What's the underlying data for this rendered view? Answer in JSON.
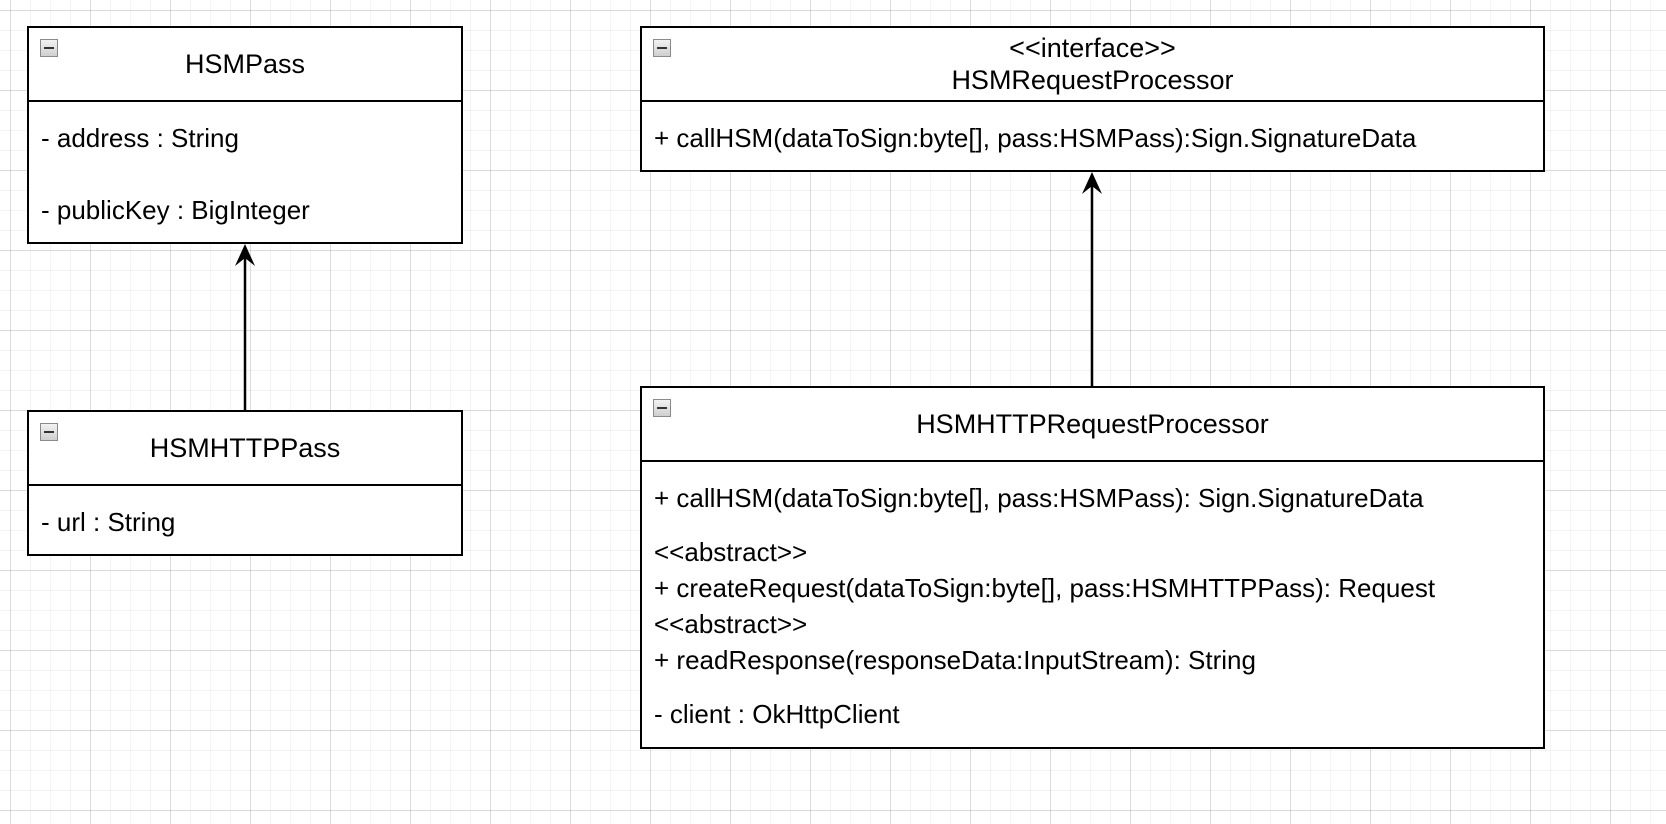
{
  "diagram": {
    "classes": {
      "hsm_pass": {
        "name": "HSMPass",
        "attributes": [
          "- address : String",
          "- publicKey : BigInteger"
        ]
      },
      "hsm_http_pass": {
        "name": "HSMHTTPPass",
        "attributes": [
          "- url : String"
        ]
      },
      "hsm_request_processor": {
        "stereotype": "<<interface>>",
        "name": "HSMRequestProcessor",
        "methods": [
          "+ callHSM(dataToSign:byte[], pass:HSMPass):Sign.SignatureData"
        ]
      },
      "hsm_http_request_processor": {
        "name": "HSMHTTPRequestProcessor",
        "members": [
          {
            "text": "+ callHSM(dataToSign:byte[], pass:HSMPass): Sign.SignatureData"
          },
          {
            "stereotype": "<<abstract>>",
            "text": "+ createRequest(dataToSign:byte[], pass:HSMHTTPPass): Request"
          },
          {
            "stereotype": "<<abstract>>",
            "text": "+ readResponse(responseData:InputStream): String"
          },
          {
            "text": "- client : OkHttpClient"
          }
        ]
      }
    },
    "relations": [
      {
        "from": "HSMHTTPPass",
        "to": "HSMPass",
        "type": "generalization"
      },
      {
        "from": "HSMHTTPRequestProcessor",
        "to": "HSMRequestProcessor",
        "type": "realization"
      }
    ],
    "colors": {
      "line": "#000000",
      "background": "#ffffff",
      "grid": "#e6e6e6"
    }
  }
}
